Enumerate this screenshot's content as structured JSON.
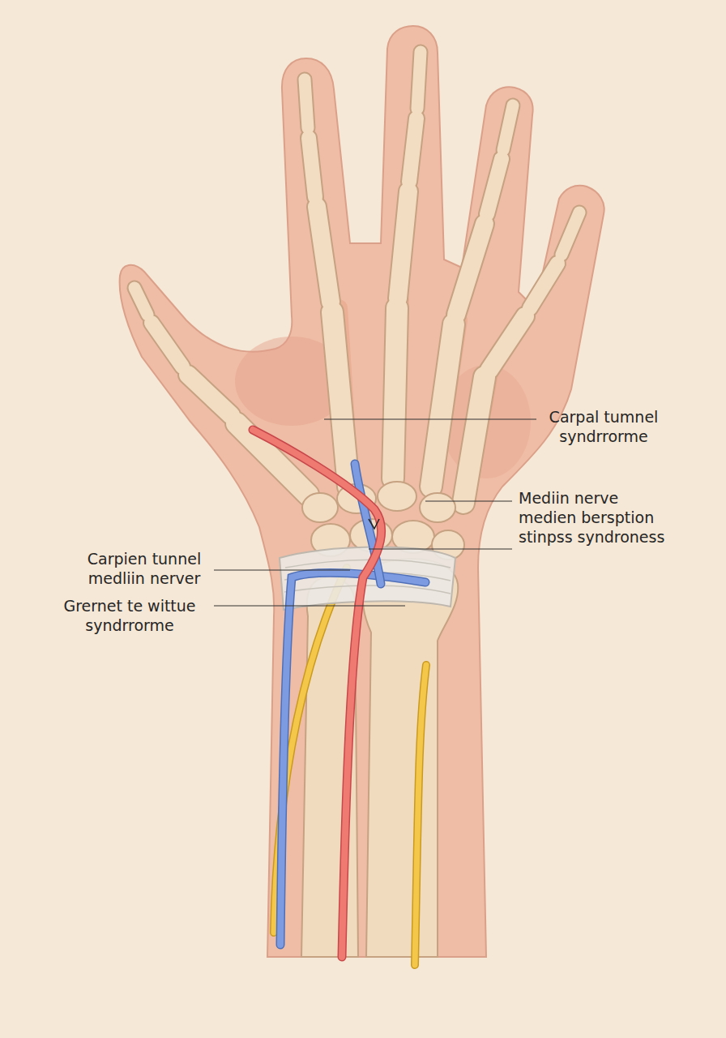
{
  "diagram": {
    "labels": [
      "Carpal tumnel syndrrorme",
      "Mediin nerve medien bersption stinpss syndroness",
      "Carpien tunnel medliin nerver",
      "Grernet te wittue syndrrorme"
    ]
  }
}
